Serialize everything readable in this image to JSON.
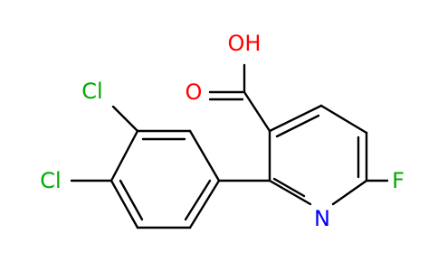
{
  "molecule": {
    "colors": {
      "bond": "#000000",
      "oxygen": "#ff0000",
      "nitrogen": "#0000ff",
      "chlorine": "#00aa00",
      "fluorine": "#00aa00"
    },
    "labels": {
      "hydroxyl": "OH",
      "carbonyl_oxygen": "O",
      "ring_nitrogen": "N",
      "fluorine": "F",
      "chlorine_meta": "Cl",
      "chlorine_para": "Cl"
    }
  }
}
